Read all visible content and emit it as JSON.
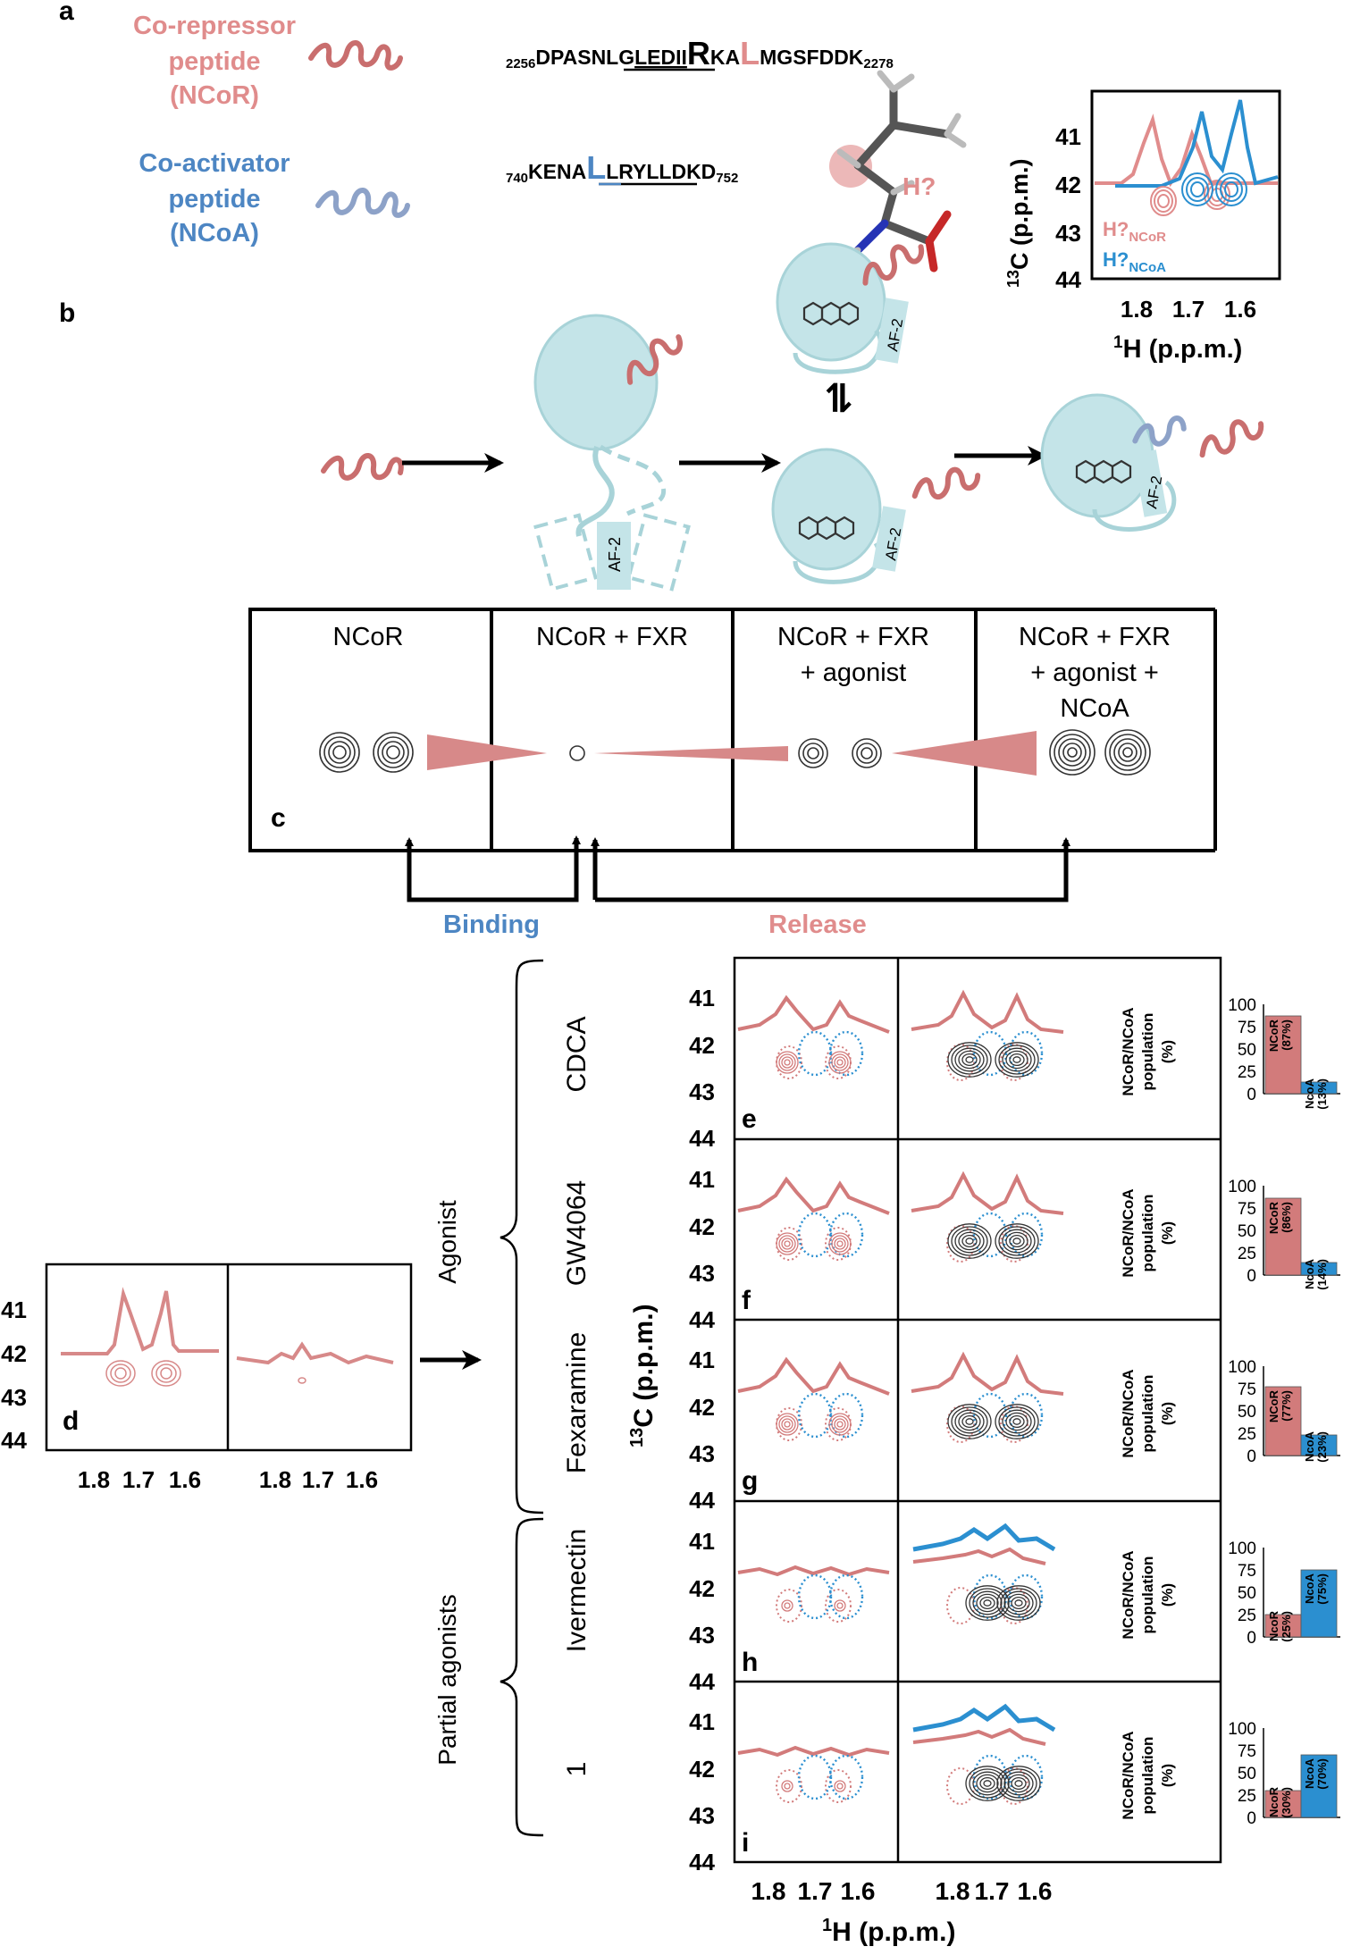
{
  "panel_labels": {
    "a": "a",
    "b": "b",
    "c": "c",
    "d": "d",
    "e": "e",
    "f": "f",
    "g": "g",
    "h": "h",
    "i": "i"
  },
  "legend": {
    "corepressor": [
      "Co-repressor",
      "peptide",
      "(NCoR)"
    ],
    "coactivator": [
      "Co-activator",
      "peptide",
      "(NCoA)"
    ]
  },
  "sequences": {
    "ncor": {
      "start": "2256",
      "a": "DPASNLG",
      "b": "LEDII",
      "c": "R",
      "d": "KA",
      "e": "L",
      "f": "MGSFDDK",
      "end": "2278"
    },
    "ncoa": {
      "start": "740",
      "a": "KENA",
      "b": "L",
      "c": "LRYLL",
      "d": "DKD",
      "end": "752"
    }
  },
  "h_label": "H?",
  "inset_spectrum": {
    "y_ticks": [
      "41",
      "42",
      "43",
      "44"
    ],
    "x_ticks": [
      "1.8",
      "1.7",
      "1.6"
    ],
    "y_label": "13C (p.p.m.)",
    "x_label": "1H (p.p.m.)",
    "label_ncor": "H?",
    "label_ncor_sub": "NCoR",
    "label_ncoa": "H?",
    "label_ncoa_sub": "NCoA"
  },
  "af2_label": "AF-2",
  "equilibrium_symbol": "⇌",
  "boxes": [
    [
      "NCoR"
    ],
    [
      "NCoR + FXR"
    ],
    [
      "NCoR + FXR",
      "+ agonist"
    ],
    [
      "NCoR + FXR",
      "+ agonist +",
      "NCoA"
    ]
  ],
  "arrows_labels": {
    "binding": "Binding",
    "release": "Release"
  },
  "panel_d": {
    "y_ticks": [
      "41",
      "42",
      "43",
      "44"
    ],
    "x_ticks": [
      "1.8",
      "1.7",
      "1.6"
    ]
  },
  "groups": {
    "agonist": "Agonist",
    "partial": "Partial agonists"
  },
  "ligands": [
    "CDCA",
    "GW4064",
    "Fexaramine",
    "Ivermectin",
    "1"
  ],
  "grid_axis": {
    "y_ticks": [
      "41",
      "42",
      "43",
      "44"
    ],
    "x_ticks_left": [
      "1.8",
      "1.7",
      "1.6"
    ],
    "x_ticks_right": [
      "1.8",
      "1.7",
      "1.6"
    ],
    "y_label": "13C (p.p.m.)",
    "x_label": "1H (p.p.m.)"
  },
  "bar_axis": {
    "y_label": [
      "NCoR/NCoA",
      "population",
      "(%)"
    ],
    "ticks": [
      "100",
      "75",
      "50",
      "25",
      "0"
    ]
  },
  "colors": {
    "ncor": "#d27b7b",
    "ncoa": "#2b8fd0",
    "protein": "#c4e4e8",
    "protein_stroke": "#a8d3d8"
  },
  "chart_data": [
    {
      "type": "bar",
      "title": "",
      "categories": [
        "NCoR",
        "NcoA"
      ],
      "values": [
        87,
        13
      ],
      "labels": [
        "NCoR (87%)",
        "NcoA (13%)"
      ],
      "ylim": [
        0,
        100
      ],
      "ylabel": "NCoR/NCoA population (%)"
    },
    {
      "type": "bar",
      "title": "",
      "categories": [
        "NCoR",
        "NcoA"
      ],
      "values": [
        86,
        14
      ],
      "labels": [
        "NCoR (86%)",
        "NcoA (14%)"
      ],
      "ylim": [
        0,
        100
      ],
      "ylabel": "NCoR/NCoA population (%)"
    },
    {
      "type": "bar",
      "title": "",
      "categories": [
        "NCoR",
        "NcoA"
      ],
      "values": [
        77,
        23
      ],
      "labels": [
        "NCoR (77%)",
        "NcoA (23%)"
      ],
      "ylim": [
        0,
        100
      ],
      "ylabel": "NCoR/NCoA population (%)"
    },
    {
      "type": "bar",
      "title": "",
      "categories": [
        "NcoR",
        "NcoA"
      ],
      "values": [
        25,
        75
      ],
      "labels": [
        "NcoR (25%)",
        "NcoA (75%)"
      ],
      "ylim": [
        0,
        100
      ],
      "ylabel": "NCoR/NCoA population (%)"
    },
    {
      "type": "bar",
      "title": "",
      "categories": [
        "NcoR",
        "NcoA"
      ],
      "values": [
        30,
        70
      ],
      "labels": [
        "NcoR (30%)",
        "NcoA (70%)"
      ],
      "ylim": [
        0,
        100
      ],
      "ylabel": "NCoR/NCoA population (%)"
    }
  ]
}
